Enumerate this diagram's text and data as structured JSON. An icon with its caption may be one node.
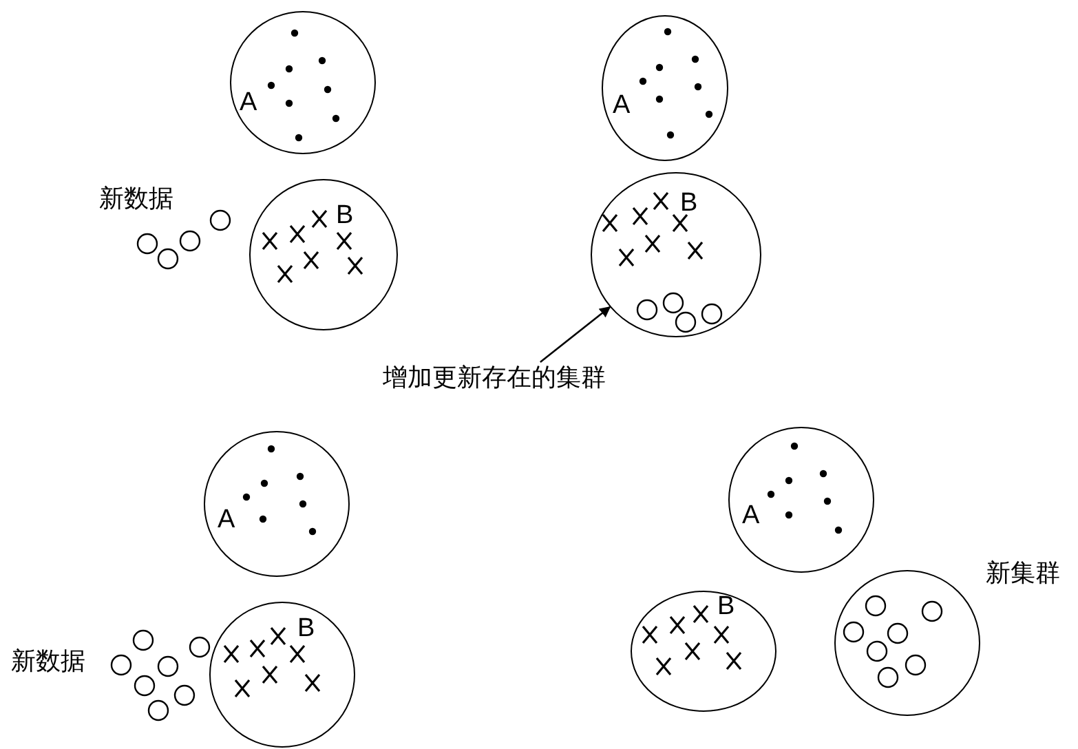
{
  "diagram": {
    "nodes": [
      {
        "text": [
          "A"
        ]
      },
      {
        "text": [
          "B"
        ]
      },
      {
        "text": [
          "A"
        ]
      },
      {
        "text": [
          "B"
        ]
      },
      {
        "text": [
          "增加更新存在的集群"
        ]
      },
      {
        "text": [
          "A"
        ]
      },
      {
        "text": [
          "B"
        ]
      },
      {
        "text": [
          "A"
        ]
      },
      {
        "text": [
          "B"
        ]
      },
      {
        "text": [],
        "shape": "circle",
        "beside": [
          "新集群"
        ]
      }
    ],
    "edges": [
      {
        "from": 4,
        "to": 3,
        "arrow": "to"
      }
    ],
    "labels": [
      "新数据",
      "新数据"
    ]
  }
}
